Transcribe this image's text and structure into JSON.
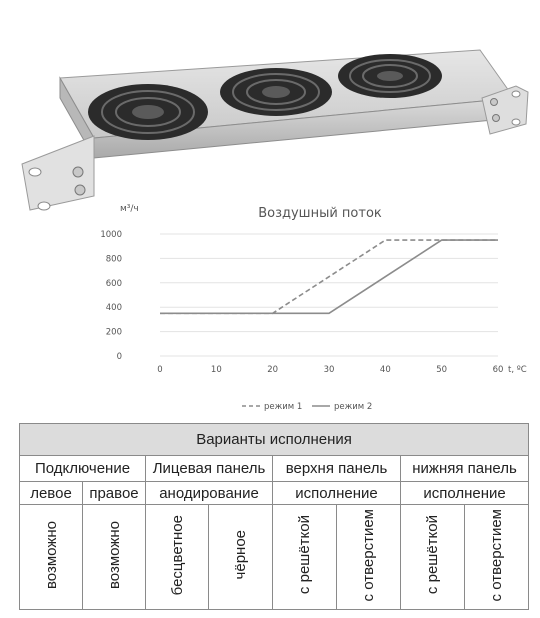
{
  "chart_data": {
    "type": "line",
    "title": "Воздушный поток",
    "ylabel": "м³/ч",
    "xlabel": "t, ºC",
    "xlim": [
      0,
      60
    ],
    "ylim": [
      0,
      1000
    ],
    "x_ticks": [
      "0",
      "10",
      "20",
      "30",
      "40",
      "50",
      "60"
    ],
    "y_ticks": [
      "0",
      "200",
      "400",
      "600",
      "800",
      "1000"
    ],
    "grid": "horizontal",
    "legend": "bottom",
    "series": [
      {
        "name": "режим 1",
        "style": "dashed",
        "color": "#8c8c8c",
        "x": [
          0,
          20,
          40,
          60
        ],
        "y": [
          350,
          350,
          950,
          950
        ]
      },
      {
        "name": "режим 2",
        "style": "solid",
        "color": "#8c8c8c",
        "x": [
          0,
          30,
          50,
          60
        ],
        "y": [
          350,
          350,
          950,
          950
        ]
      }
    ]
  },
  "table": {
    "title": "Варианты исполнения",
    "groups": [
      "Подключение",
      "Лицевая панель",
      "верхня панель",
      "нижняя панель"
    ],
    "subgroups": [
      "левое",
      "правое",
      "анодирование",
      "исполнение",
      "исполнение"
    ],
    "options": [
      "возможно",
      "возможно",
      "бесцветное",
      "чёрное",
      "с решёткой",
      "с отверстием",
      "с решёткой",
      "с отверстием"
    ]
  },
  "icons": {
    "product_photo": "rack-fan-panel-image"
  }
}
